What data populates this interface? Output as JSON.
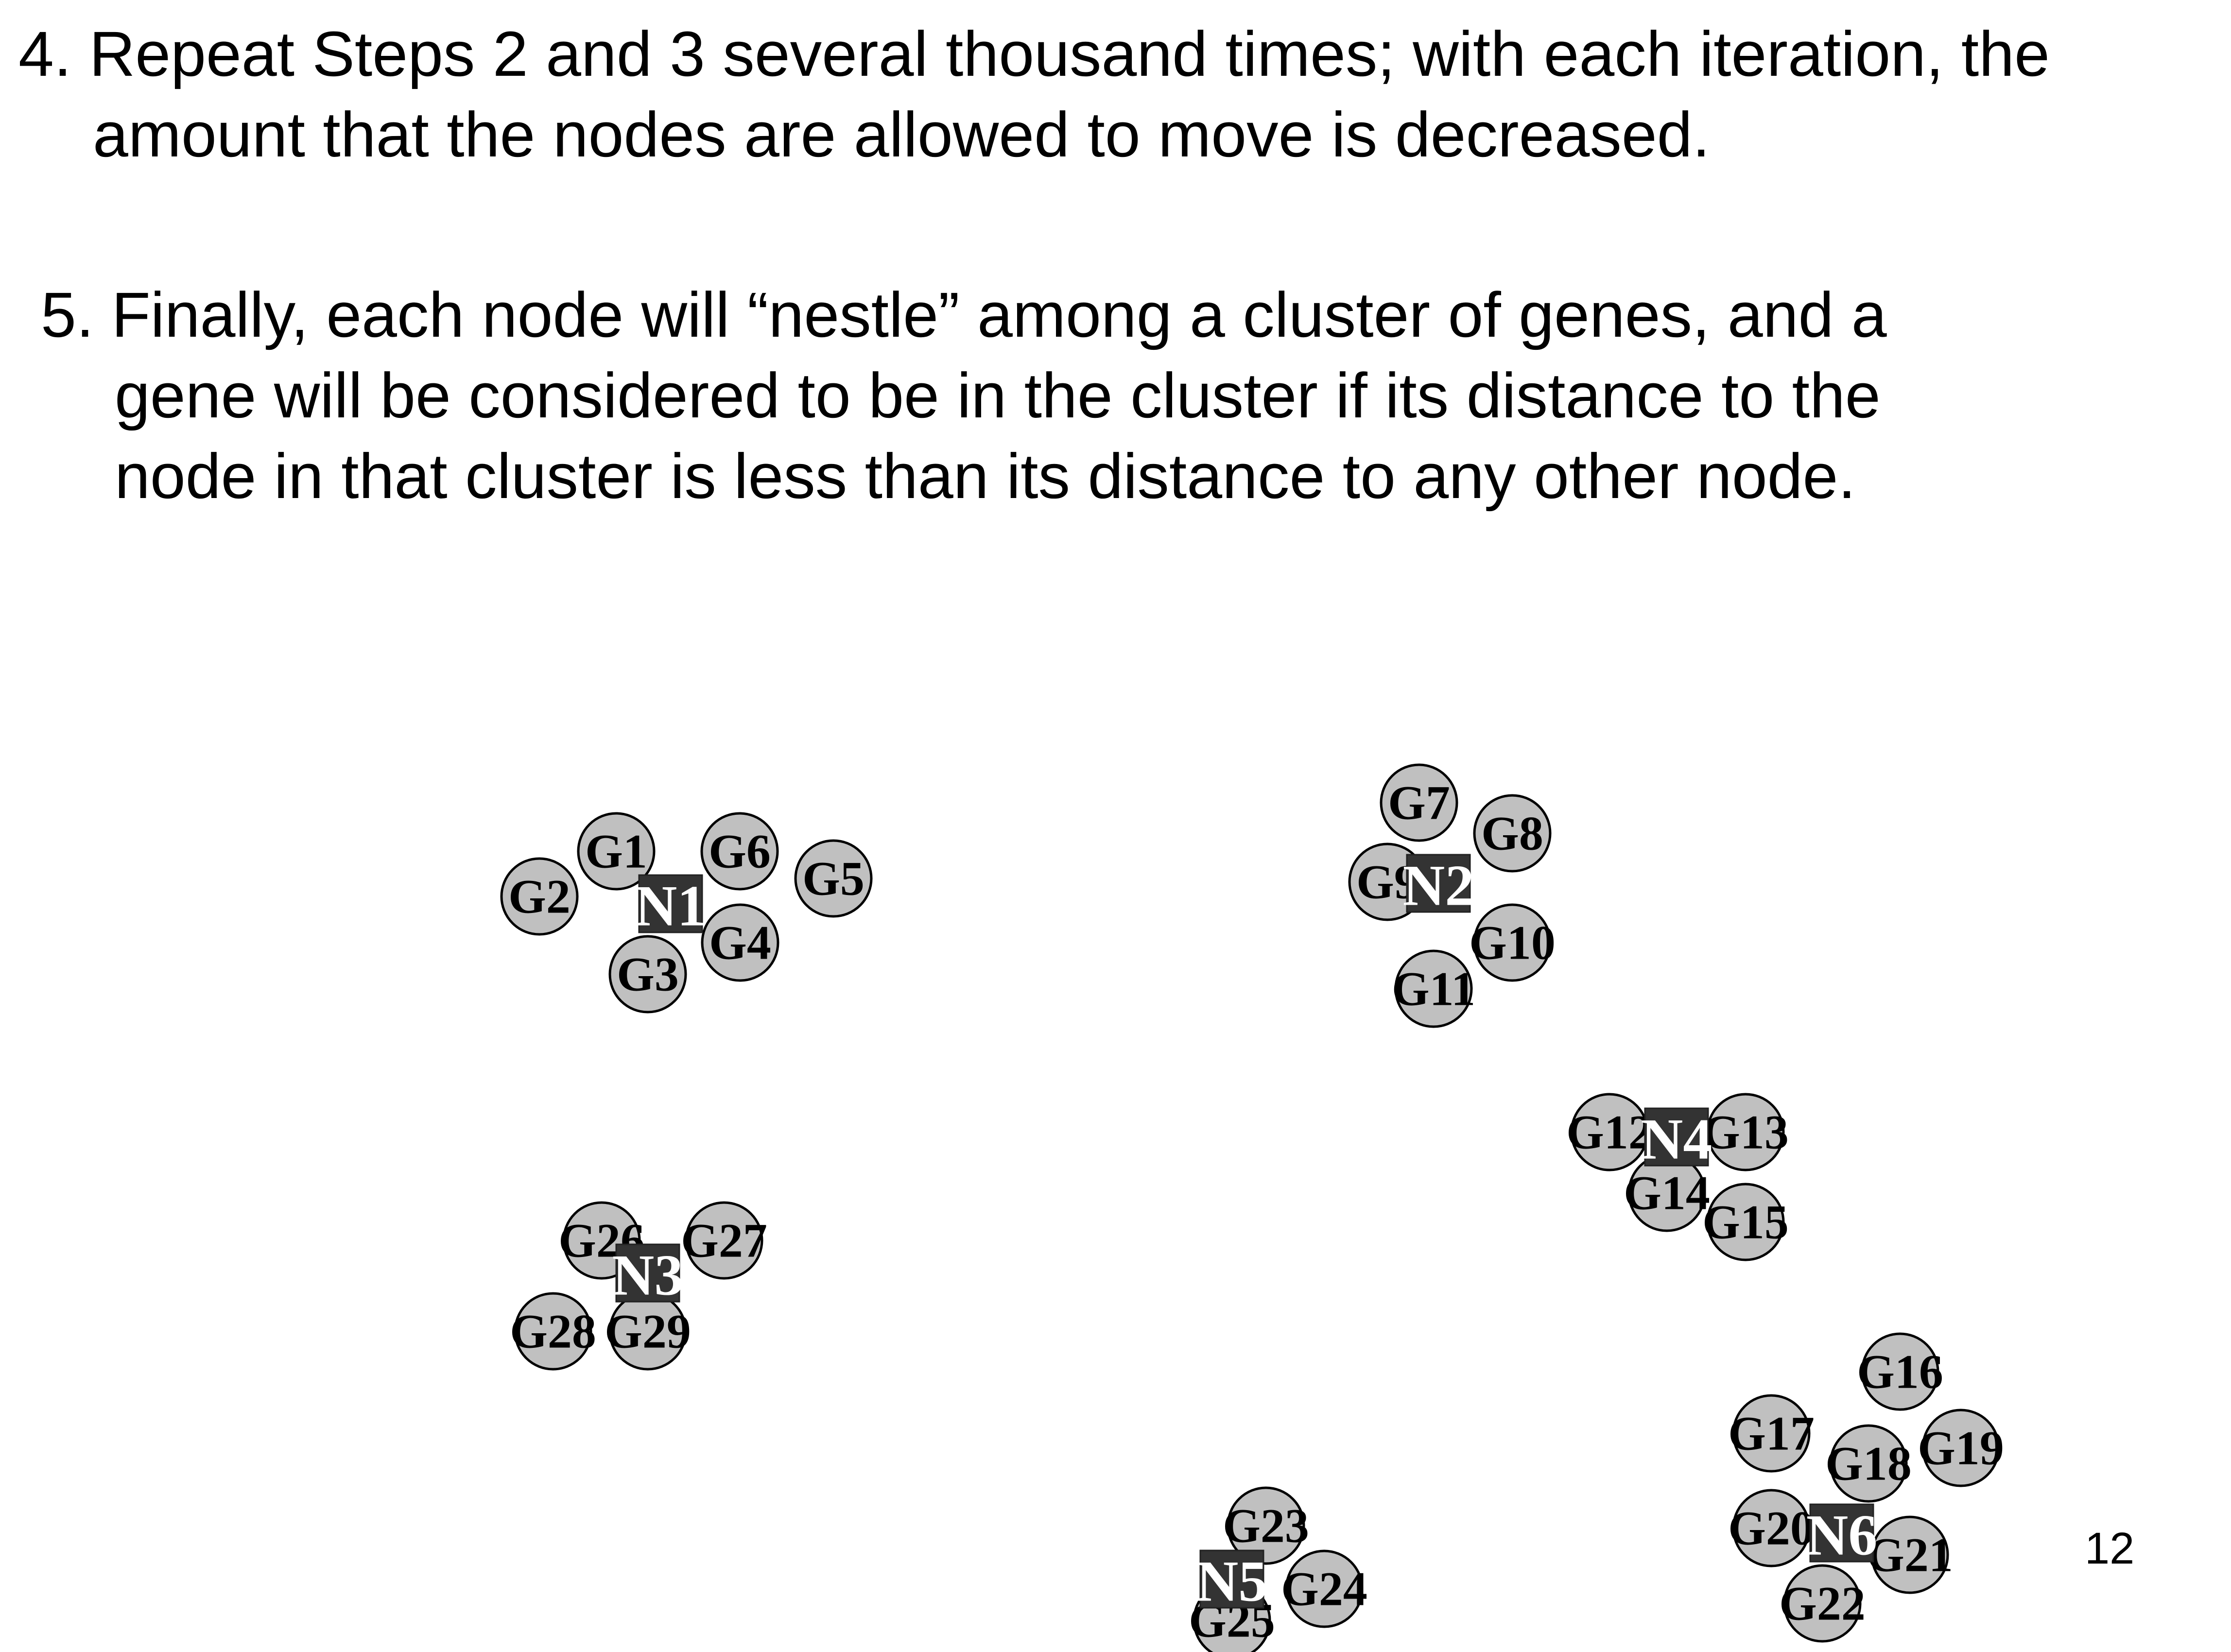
{
  "steps": [
    {
      "lines": [
        "4. Repeat Steps 2 and 3 several thousand times; with each iteration, the",
        "amount that the nodes are allowed to move is decreased."
      ]
    },
    {
      "lines": [
        "5. Finally, each node will “nestle” among a cluster of genes, and a",
        "gene will be considered to be in the cluster if its distance to the",
        "node in that cluster is less than its distance to any other node."
      ]
    }
  ],
  "diagram": {
    "colors": {
      "gene_fill": "#c0c0c0",
      "node_fill": "#333333",
      "node_text": "#ffffff"
    },
    "nodes": [
      "N1",
      "N2",
      "N3",
      "N4",
      "N5",
      "N6"
    ],
    "genes": [
      "G1",
      "G2",
      "G3",
      "G4",
      "G5",
      "G6",
      "G7",
      "G8",
      "G9",
      "G10",
      "G11",
      "G12",
      "G13",
      "G14",
      "G15",
      "G16",
      "G17",
      "G18",
      "G19",
      "G20",
      "G21",
      "G22",
      "G23",
      "G24",
      "G25",
      "G26",
      "G27",
      "G28",
      "G29"
    ],
    "clusters": [
      {
        "node": "N1",
        "genes": [
          "G1",
          "G2",
          "G3",
          "G4",
          "G5",
          "G6"
        ]
      },
      {
        "node": "N2",
        "genes": [
          "G7",
          "G8",
          "G9",
          "G10",
          "G11"
        ]
      },
      {
        "node": "N3",
        "genes": [
          "G26",
          "G27",
          "G28",
          "G29"
        ]
      },
      {
        "node": "N4",
        "genes": [
          "G12",
          "G13",
          "G14",
          "G15"
        ]
      },
      {
        "node": "N5",
        "genes": [
          "G23",
          "G24",
          "G25"
        ]
      },
      {
        "node": "N6",
        "genes": [
          "G16",
          "G17",
          "G18",
          "G19",
          "G20",
          "G21",
          "G22"
        ]
      }
    ]
  },
  "page_number": "12"
}
